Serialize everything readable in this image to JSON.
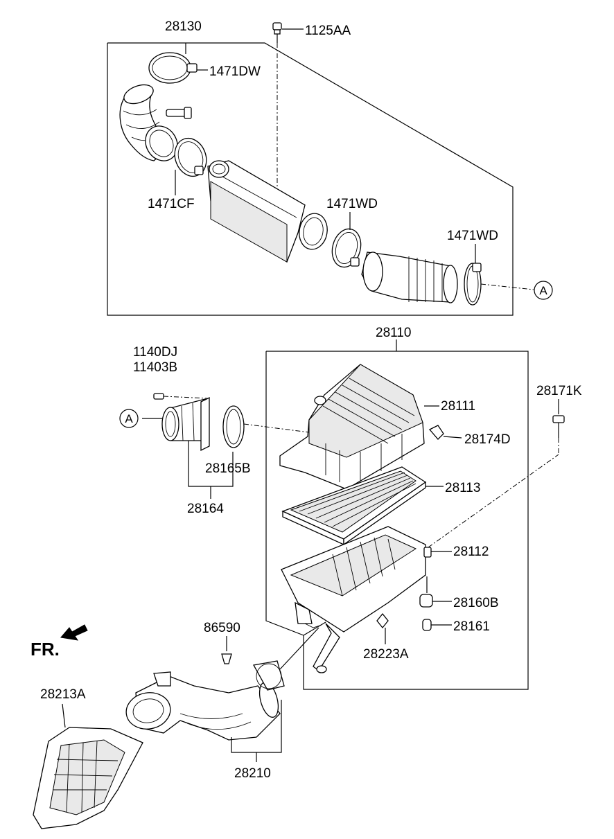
{
  "diagram": {
    "front_marker": "FR.",
    "connector_letter": "A",
    "part_numbers": {
      "p28130": "28130",
      "p1125AA": "1125AA",
      "p1471DW": "1471DW",
      "p1471CF": "1471CF",
      "p1471WD_a": "1471WD",
      "p1471WD_b": "1471WD",
      "p28110": "28110",
      "p1140DJ": "1140DJ",
      "p11403B": "11403B",
      "p28171K": "28171K",
      "p28111": "28111",
      "p28174D": "28174D",
      "p28165B": "28165B",
      "p28164": "28164",
      "p28113": "28113",
      "p28112": "28112",
      "p28160B": "28160B",
      "p28161": "28161",
      "p86590": "86590",
      "p28223A": "28223A",
      "p28213A": "28213A",
      "p28210": "28210"
    }
  }
}
